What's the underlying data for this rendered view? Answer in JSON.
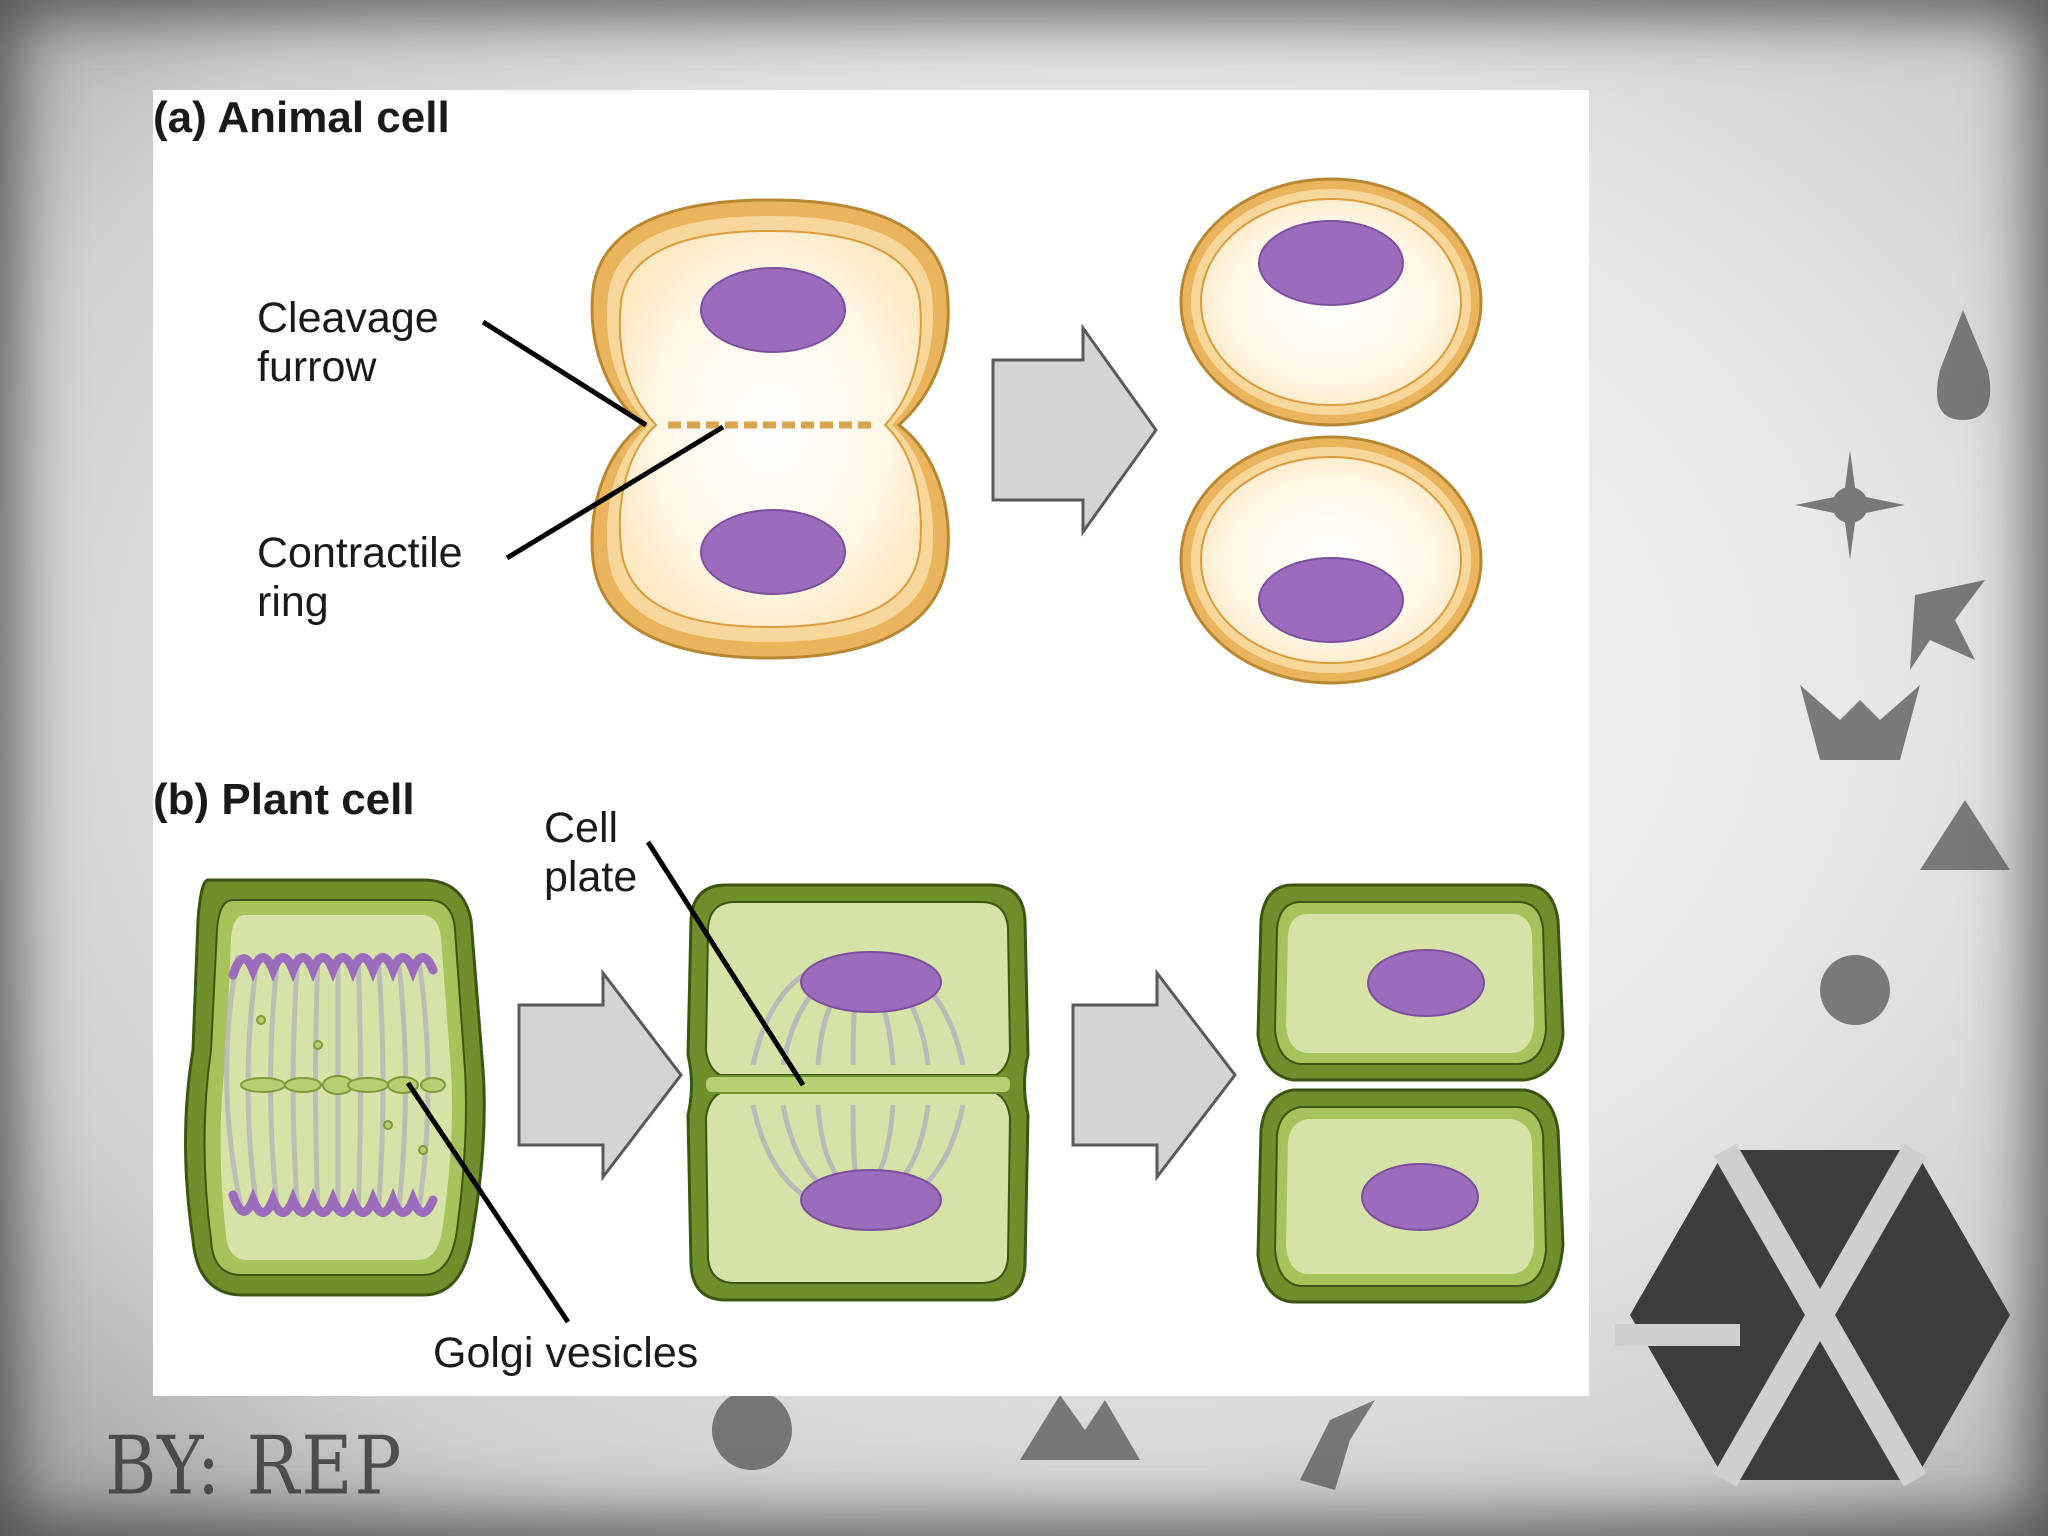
{
  "panel_a": {
    "title": "(a) Animal cell",
    "label_cleavage_1": "Cleavage",
    "label_cleavage_2": "furrow",
    "label_ring_1": "Contractile",
    "label_ring_2": "ring"
  },
  "panel_b": {
    "title": "(b) Plant cell",
    "label_plate_1": "Cell",
    "label_plate_2": "plate",
    "label_golgi": "Golgi vesicles"
  },
  "watermark": "BY: REP",
  "colors": {
    "animal_membrane": "#e9b45c",
    "animal_cytoplasm": "#fff6e0",
    "nucleus": "#9b6bbc",
    "plant_wall": "#6e8f2c",
    "plant_cytoplasm": "#d5e3a6",
    "arrow": "#d4d4d4"
  }
}
